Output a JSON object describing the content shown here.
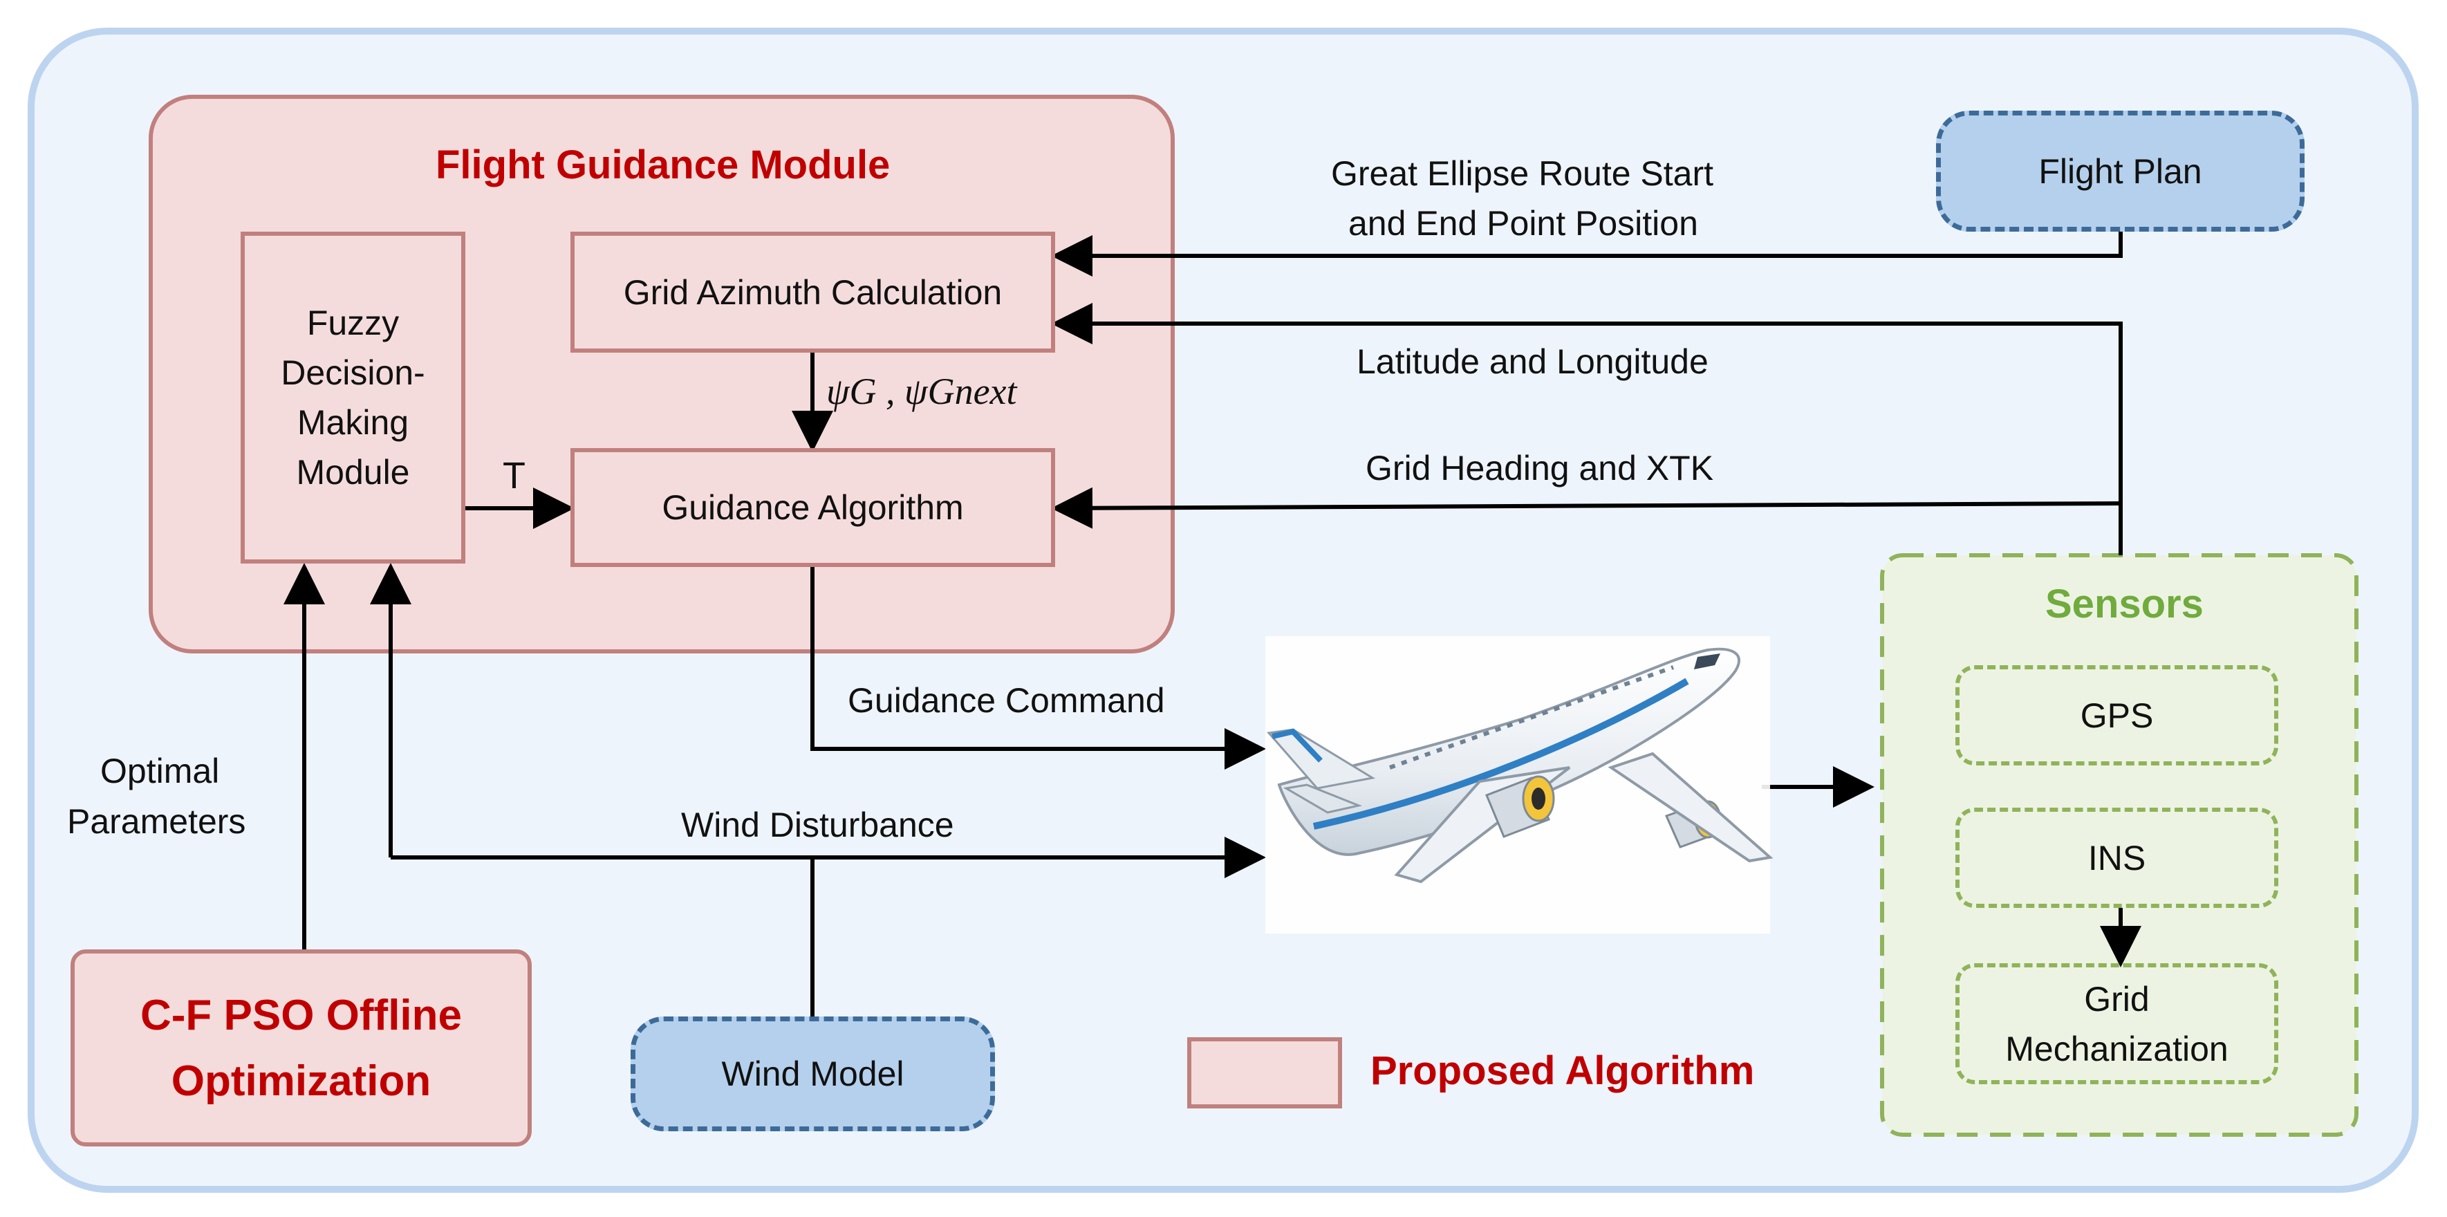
{
  "modules": {
    "flight_guidance": {
      "title": "Flight Guidance Module"
    },
    "fuzzy": {
      "label": "Fuzzy Decision-Making Module"
    },
    "grid_azimuth": {
      "label": "Grid Azimuth Calculation"
    },
    "guidance_algorithm": {
      "label": "Guidance Algorithm"
    },
    "cf_pso": {
      "label": "C-F PSO Offline Optimization"
    },
    "wind_model": {
      "label": "Wind Model"
    },
    "flight_plan": {
      "label": "Flight Plan"
    },
    "sensors": {
      "title": "Sensors",
      "gps": "GPS",
      "ins": "INS",
      "grid_mech": "Grid Mechanization"
    }
  },
  "signals": {
    "route_line1": "Great Ellipse Route Start",
    "route_line2": "and End Point Position",
    "lat_lon": "Latitude and Longitude",
    "heading_xtk": "Grid Heading and XTK",
    "t": "T",
    "psi": "ψG , ψGnext",
    "guidance_command": "Guidance Command",
    "wind_disturbance": "Wind Disturbance",
    "optimal_line1": "Optimal",
    "optimal_line2": "Parameters"
  },
  "legend": {
    "label": "Proposed Algorithm"
  },
  "colors": {
    "background_panel": "#eef4fb",
    "panel_border": "#bcd4ef",
    "proposed_fill": "#f5dcdc",
    "proposed_border": "#c0807e",
    "title_red": "#c00000",
    "sensor_green": "#6fab3d",
    "sensor_fill": "#edf3e2",
    "blue_box": "#b4d0ec"
  }
}
